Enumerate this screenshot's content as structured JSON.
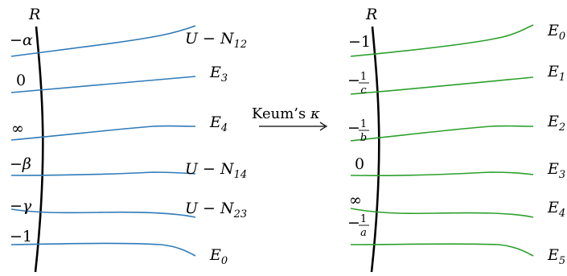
{
  "colors": {
    "left_curves": "#2f7ab9",
    "right_curves": "#2ca02c",
    "axis": "#000000"
  },
  "left_panel": {
    "axis_label": "R",
    "curves": [
      {
        "point_label": "−α",
        "name_main": "U − N",
        "name_sub": "12"
      },
      {
        "point_label": "0",
        "name_main": "E",
        "name_sub": "3"
      },
      {
        "point_label": "∞",
        "name_main": "E",
        "name_sub": "4"
      },
      {
        "point_label": "−β",
        "name_main": "U − N",
        "name_sub": "14"
      },
      {
        "point_label": "−γ",
        "name_main": "U − N",
        "name_sub": "23"
      },
      {
        "point_label": "−1",
        "name_main": "E",
        "name_sub": "0"
      }
    ]
  },
  "map": {
    "label_text": "Keum’s ",
    "label_symbol": "κ"
  },
  "right_panel": {
    "axis_label": "R",
    "curves": [
      {
        "point_label": "−1",
        "name_main": "E",
        "name_sub": "0"
      },
      {
        "point_prefix": "−",
        "frac_num": "1",
        "frac_den": "c",
        "name_main": "E",
        "name_sub": "1"
      },
      {
        "point_prefix": "−",
        "frac_num": "1",
        "frac_den": "b",
        "name_main": "E",
        "name_sub": "2"
      },
      {
        "point_label": "0",
        "name_main": "E",
        "name_sub": "3"
      },
      {
        "point_label": "∞",
        "name_main": "E",
        "name_sub": "4"
      },
      {
        "point_prefix": "−",
        "frac_num": "1",
        "frac_den": "a",
        "name_main": "E",
        "name_sub": "5"
      }
    ]
  }
}
